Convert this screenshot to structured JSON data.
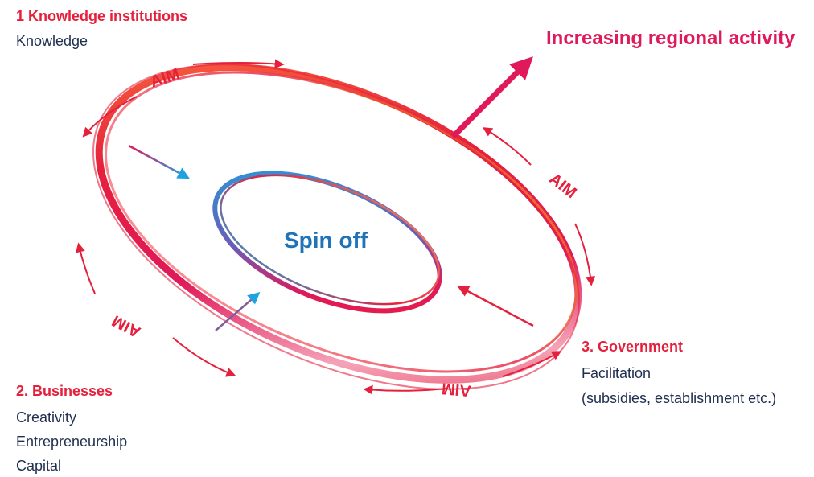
{
  "knowledge": {
    "title": "1  Knowledge institutions",
    "items": [
      "Knowledge"
    ]
  },
  "businesses": {
    "title": "2. Businesses",
    "items": [
      "Creativity",
      "Entrepreneurship",
      "Capital"
    ]
  },
  "government": {
    "title": "3. Government",
    "items": [
      "Facilitation",
      "(subsidies, establishment etc.)"
    ]
  },
  "outcome": "Increasing regional activity",
  "center": "Spin off",
  "cycle_label": "AIM",
  "colors": {
    "red": "#e5203c",
    "magenta": "#e0195a",
    "blue": "#1f73b8",
    "text": "#1f2f4f"
  }
}
